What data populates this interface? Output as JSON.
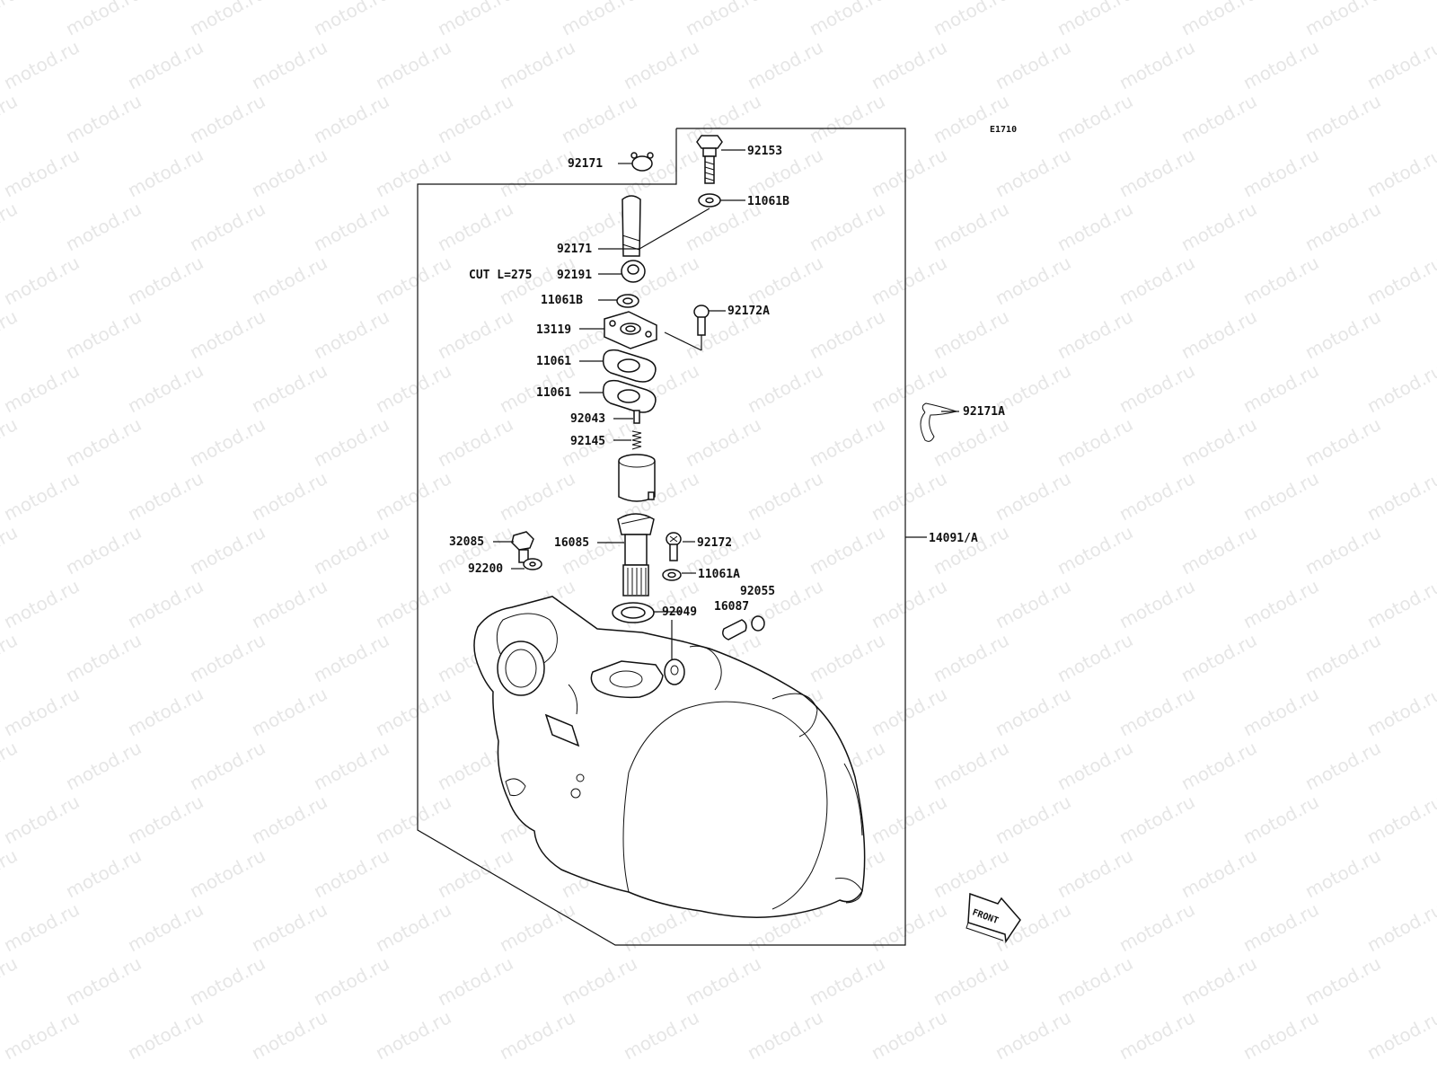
{
  "diagram": {
    "code": "E1710",
    "watermark": "motod.ru",
    "front_label": "FRONT",
    "parts": [
      {
        "id": "p92171_top",
        "label": "92171"
      },
      {
        "id": "p92153",
        "label": "92153"
      },
      {
        "id": "p11061B_top",
        "label": "11061B"
      },
      {
        "id": "p92171_mid",
        "label": "92171"
      },
      {
        "id": "pcut",
        "label": "CUT L=275"
      },
      {
        "id": "p92191",
        "label": "92191"
      },
      {
        "id": "p11061B_mid",
        "label": "11061B"
      },
      {
        "id": "p92172A",
        "label": "92172A"
      },
      {
        "id": "p13119",
        "label": "13119"
      },
      {
        "id": "p11061_a",
        "label": "11061"
      },
      {
        "id": "p11061_b",
        "label": "11061"
      },
      {
        "id": "p92171A",
        "label": "92171A"
      },
      {
        "id": "p92043",
        "label": "92043"
      },
      {
        "id": "p92145",
        "label": "92145"
      },
      {
        "id": "p32085",
        "label": "32085"
      },
      {
        "id": "p16085",
        "label": "16085"
      },
      {
        "id": "p92172",
        "label": "92172"
      },
      {
        "id": "p14091A",
        "label": "14091/A"
      },
      {
        "id": "p92200",
        "label": "92200"
      },
      {
        "id": "p11061A",
        "label": "11061A"
      },
      {
        "id": "p92055",
        "label": "92055"
      },
      {
        "id": "p16087",
        "label": "16087"
      },
      {
        "id": "p92049",
        "label": "92049"
      }
    ]
  }
}
